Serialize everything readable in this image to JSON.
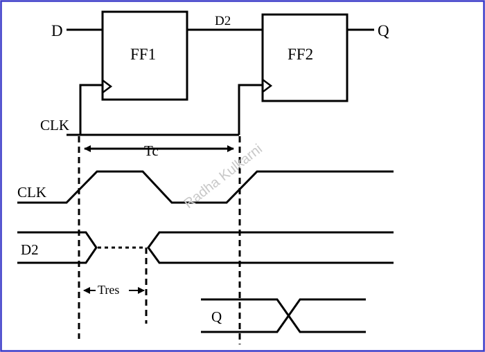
{
  "diagram": {
    "ff1_label": "FF1",
    "ff2_label": "FF2",
    "input_label": "D",
    "mid_label": "D2",
    "output_label": "Q",
    "clk_label": "CLK",
    "tc_label": "Tc",
    "wave_clk_label": "CLK",
    "wave_d2_label": "D2",
    "tres_label": "Tres",
    "wave_q_label": "Q",
    "watermark": "Radha Kulkarni"
  },
  "colors": {
    "frame": "#3a3ac8",
    "ink": "#000000",
    "watermark": "#c8c8c8"
  }
}
